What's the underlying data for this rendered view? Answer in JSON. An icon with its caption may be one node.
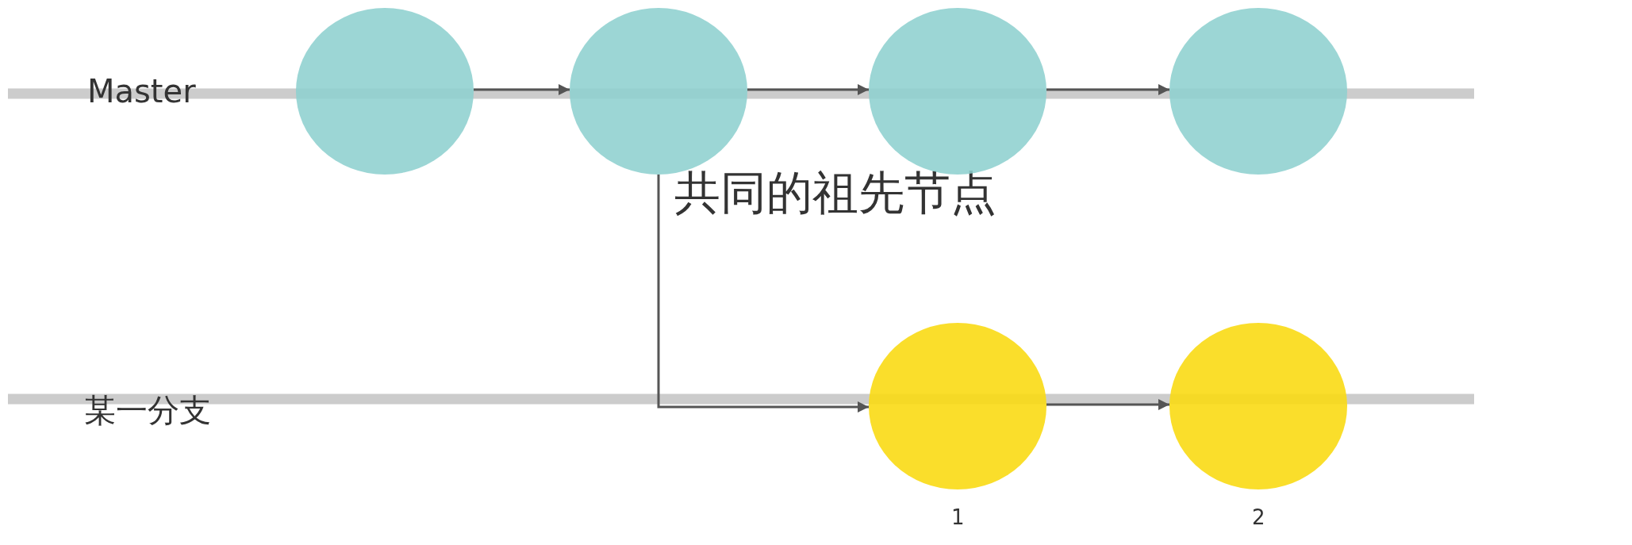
{
  "diagram": {
    "nodes": [
      {
        "text": [],
        "shape": "circle"
      },
      {
        "text": [],
        "shape": "circle",
        "beside": [
          "共同的祖先节点"
        ]
      },
      {
        "text": [],
        "shape": "circle"
      },
      {
        "text": [],
        "shape": "circle"
      },
      {
        "text": [],
        "shape": "circle",
        "beside": [
          "1"
        ]
      },
      {
        "text": [],
        "shape": "circle",
        "beside": [
          "2"
        ]
      }
    ],
    "edges": [
      {
        "from": 0,
        "to": 1,
        "arrow": "to"
      },
      {
        "from": 1,
        "to": 2,
        "arrow": "to"
      },
      {
        "from": 2,
        "to": 3,
        "arrow": "to"
      },
      {
        "from": 1,
        "to": 4,
        "arrow": "to"
      },
      {
        "from": 4,
        "to": 5,
        "arrow": "to"
      }
    ],
    "labels": [
      "Master",
      "某一分支"
    ]
  }
}
